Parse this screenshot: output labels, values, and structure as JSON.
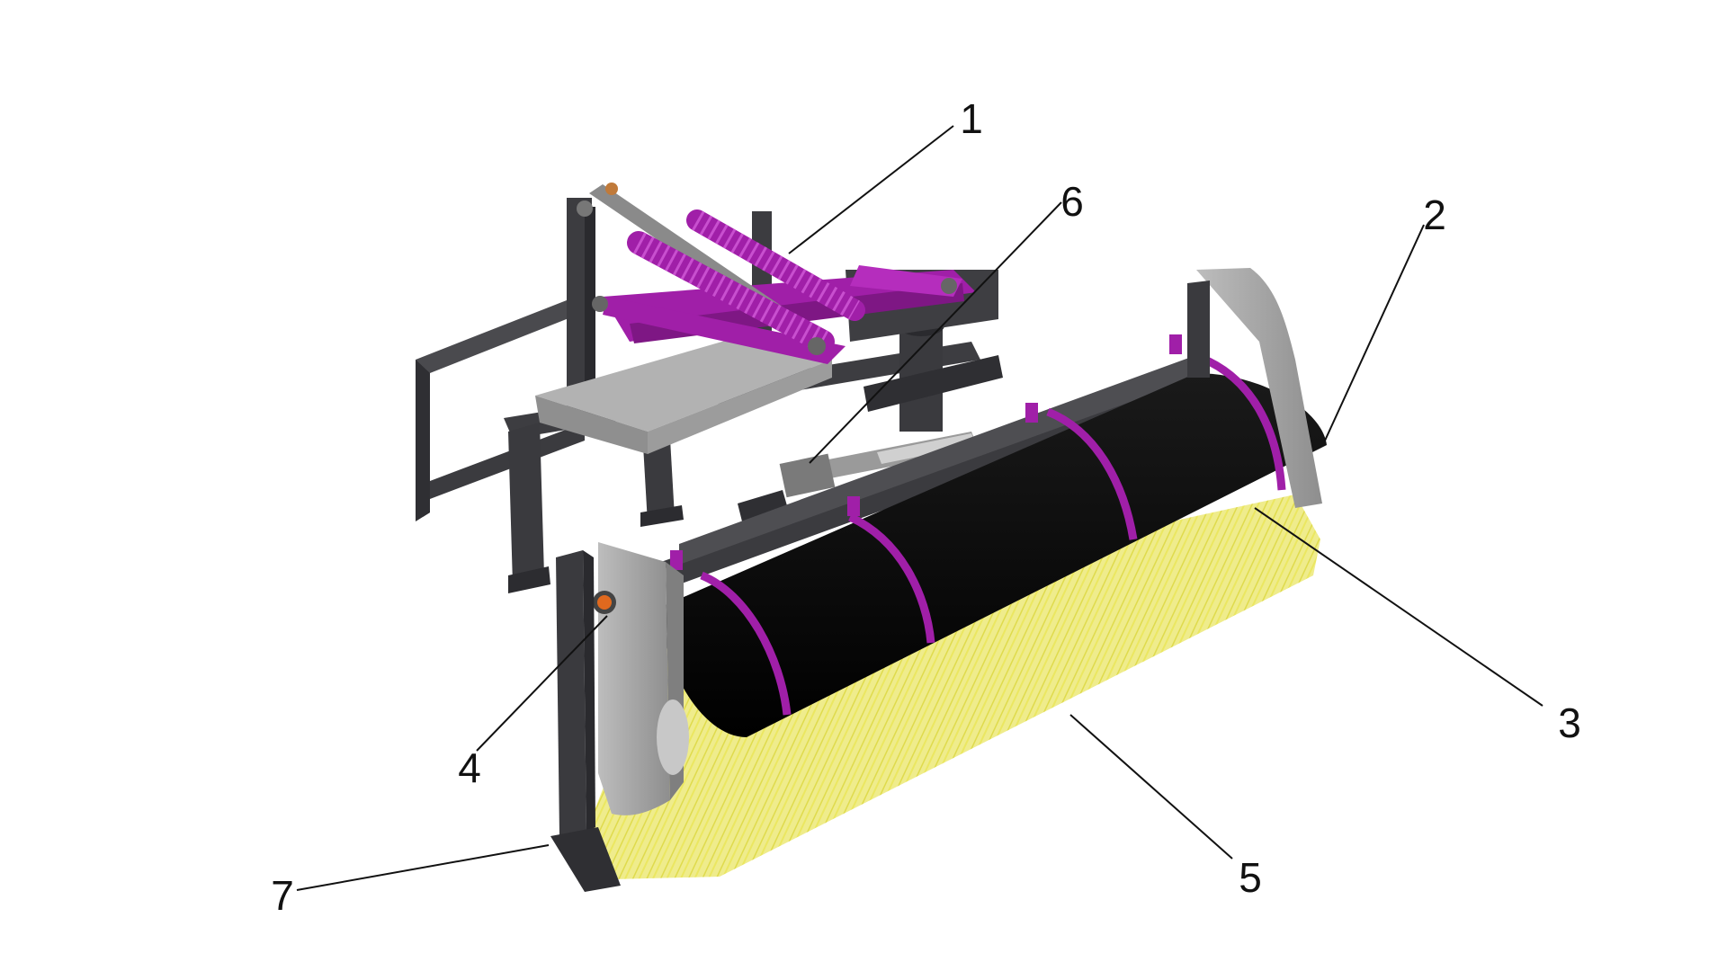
{
  "diagram": {
    "colors": {
      "frame": "#4a4a4e",
      "frame_dark": "#2f2f33",
      "linkage": "#a01fa8",
      "hood": "#050505",
      "housing": "#a6a6a6",
      "bristles": "#e6e24a",
      "lamp": "#e0691e"
    },
    "callouts": [
      {
        "id": "1",
        "label": "1"
      },
      {
        "id": "2",
        "label": "2"
      },
      {
        "id": "3",
        "label": "3"
      },
      {
        "id": "4",
        "label": "4"
      },
      {
        "id": "5",
        "label": "5"
      },
      {
        "id": "6",
        "label": "6"
      },
      {
        "id": "7",
        "label": "7"
      }
    ]
  }
}
